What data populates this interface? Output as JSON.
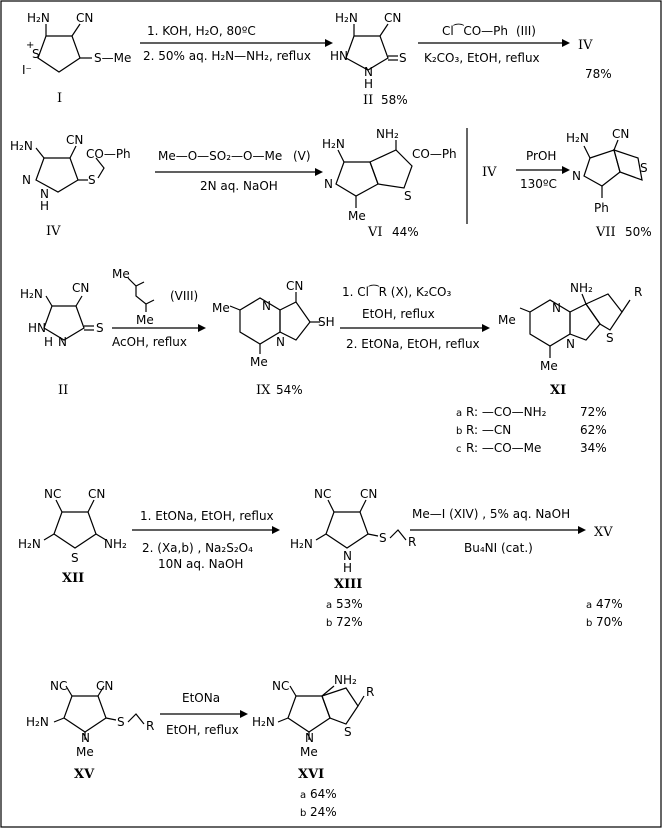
{
  "rows": {
    "row1": {
      "compound_I": {
        "label": "I",
        "substituents": {
          "nh2": "H₂N",
          "cn": "CN",
          "sme": "S—Me",
          "counter_ion": "I⁻",
          "ring_s": "S",
          "plus": "+"
        }
      },
      "arrow1": {
        "step1": "1. KOH,  H₂O,  80ºC",
        "step2": "2. 50% aq. H₂N—NH₂, reflux"
      },
      "compound_II": {
        "label": "II",
        "yield": "58%",
        "substituents": {
          "nh2": "H₂N",
          "cn": "CN",
          "nh_ring": "HN",
          "n": "N",
          "h": "H",
          "s": "S"
        }
      },
      "arrow2": {
        "reagent": "Cl⁀CO—Ph",
        "reagent_label": "(III)",
        "conditions": "K₂CO₃,   EtOH,   reflux"
      },
      "compound_IV_top": {
        "label": "IV",
        "yield": "78%"
      }
    },
    "row2": {
      "compound_IV": {
        "label": "IV",
        "substituents": {
          "nh2": "H₂N",
          "cn": "CN",
          "cop": "CO—Ph",
          "s": "S",
          "n": "N",
          "nh": "N",
          "h": "H"
        }
      },
      "arrow3": {
        "reagent": "Me—O—SO₂—O—Me",
        "reagent_label": "(V)",
        "conditions": "2N aq. NaOH"
      },
      "compound_VI": {
        "label": "VI",
        "yield": "44%",
        "substituents": {
          "nh2a": "H₂N",
          "nh2b": "NH₂",
          "cop": "CO—Ph",
          "s": "S",
          "n": "N",
          "me": "Me"
        }
      },
      "separator_label": "IV",
      "arrow4": {
        "reagent": "PrOH",
        "conditions": "130ºC"
      },
      "compound_VII": {
        "label": "VII",
        "yield": "50%",
        "substituents": {
          "nh2": "H₂N",
          "cn": "CN",
          "n": "N",
          "s": "S",
          "ph": "Ph"
        }
      }
    },
    "row3": {
      "compound_II": {
        "label": "II",
        "substituents": {
          "nh2": "H₂N",
          "cn": "CN",
          "hn": "HN",
          "n": "N",
          "h": "H",
          "s": "S"
        }
      },
      "arrow5": {
        "reagent_label": "(VIII)",
        "me1": "Me",
        "me2": "Me",
        "conditions": "AcOH,   reflux"
      },
      "compound_IX": {
        "label": "IX",
        "yield": "54%",
        "substituents": {
          "me1": "Me",
          "me2": "Me",
          "cn": "CN",
          "sh": "SH",
          "n1": "N",
          "n2": "N"
        }
      },
      "arrow6": {
        "step1": "1.  Cl⁀R   (X),  K₂CO₃",
        "step1b": "EtOH,   reflux",
        "step2": "2. EtONa,  EtOH,  reflux"
      },
      "compound_XI": {
        "label": "XI",
        "substituents": {
          "nh2": "NH₂",
          "r": "R",
          "me1": "Me",
          "me2": "Me",
          "n1": "N",
          "n2": "N",
          "s": "S"
        }
      },
      "r_groups": [
        {
          "tag": "a",
          "r": "R:  —CO—NH₂",
          "yield": "72%"
        },
        {
          "tag": "b",
          "r": "R:  —CN",
          "yield": "62%"
        },
        {
          "tag": "c",
          "r": "R:  —CO—Me",
          "yield": "34%"
        }
      ]
    },
    "row4": {
      "compound_XII": {
        "label": "XII",
        "substituents": {
          "nc": "NC",
          "cn": "CN",
          "nh2a": "H₂N",
          "nh2b": "NH₂",
          "s": "S"
        }
      },
      "arrow7": {
        "step1": "1. EtONa,  EtOH,  reflux",
        "step2": "2.  (Xa,b) ,  Na₂S₂O₄",
        "step2b": "10N aq. NaOH"
      },
      "compound_XIII": {
        "label": "XIII",
        "substituents": {
          "nc": "NC",
          "cn": "CN",
          "nh2": "H₂N",
          "nh": "N",
          "h": "H",
          "s": "S",
          "r": "R"
        }
      },
      "xiii_yields": [
        {
          "tag": "a",
          "yield": "53%"
        },
        {
          "tag": "b",
          "yield": "72%"
        }
      ],
      "arrow8": {
        "reagent": "Me—I   (XIV) ,  5% aq. NaOH",
        "conditions": "Bu₄NI (cat.)"
      },
      "compound_XV_top": {
        "label": "XV"
      },
      "xv_yields": [
        {
          "tag": "a",
          "yield": "47%"
        },
        {
          "tag": "b",
          "yield": "70%"
        }
      ]
    },
    "row5": {
      "compound_XV": {
        "label": "XV",
        "substituents": {
          "nc": "NC",
          "cn": "CN",
          "nh2": "H₂N",
          "n": "N",
          "me": "Me",
          "s": "S",
          "r": "R"
        }
      },
      "arrow9": {
        "reagent": "EtONa",
        "conditions": "EtOH,   reflux"
      },
      "compound_XVI": {
        "label": "XVI",
        "substituents": {
          "nc": "NC",
          "nh2a": "NH₂",
          "nh2b": "H₂N",
          "r": "R",
          "n": "N",
          "me": "Me",
          "s": "S"
        }
      },
      "xvi_yields": [
        {
          "tag": "a",
          "yield": "64%"
        },
        {
          "tag": "b",
          "yield": "24%"
        }
      ]
    }
  }
}
